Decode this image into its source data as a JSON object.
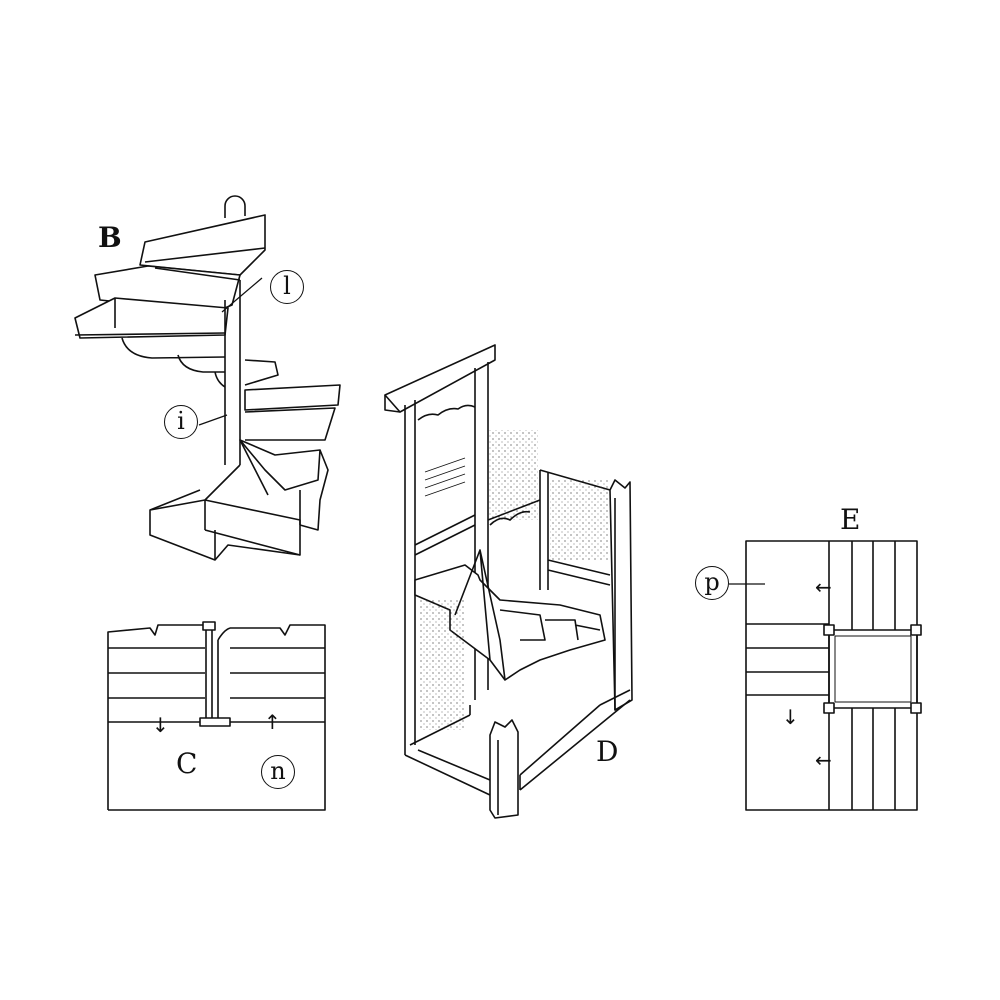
{
  "figures": {
    "B": {
      "label": "B",
      "callouts": [
        "l",
        "i"
      ]
    },
    "C": {
      "label": "C",
      "callouts": [
        "n"
      ],
      "arrows": [
        "↓",
        "↑"
      ]
    },
    "D": {
      "label": "D"
    },
    "E": {
      "label": "E",
      "callouts": [
        "p"
      ],
      "arrows": [
        "←",
        "↓",
        "←"
      ]
    }
  },
  "colors": {
    "ink": "#111111",
    "paper": "#ffffff"
  }
}
